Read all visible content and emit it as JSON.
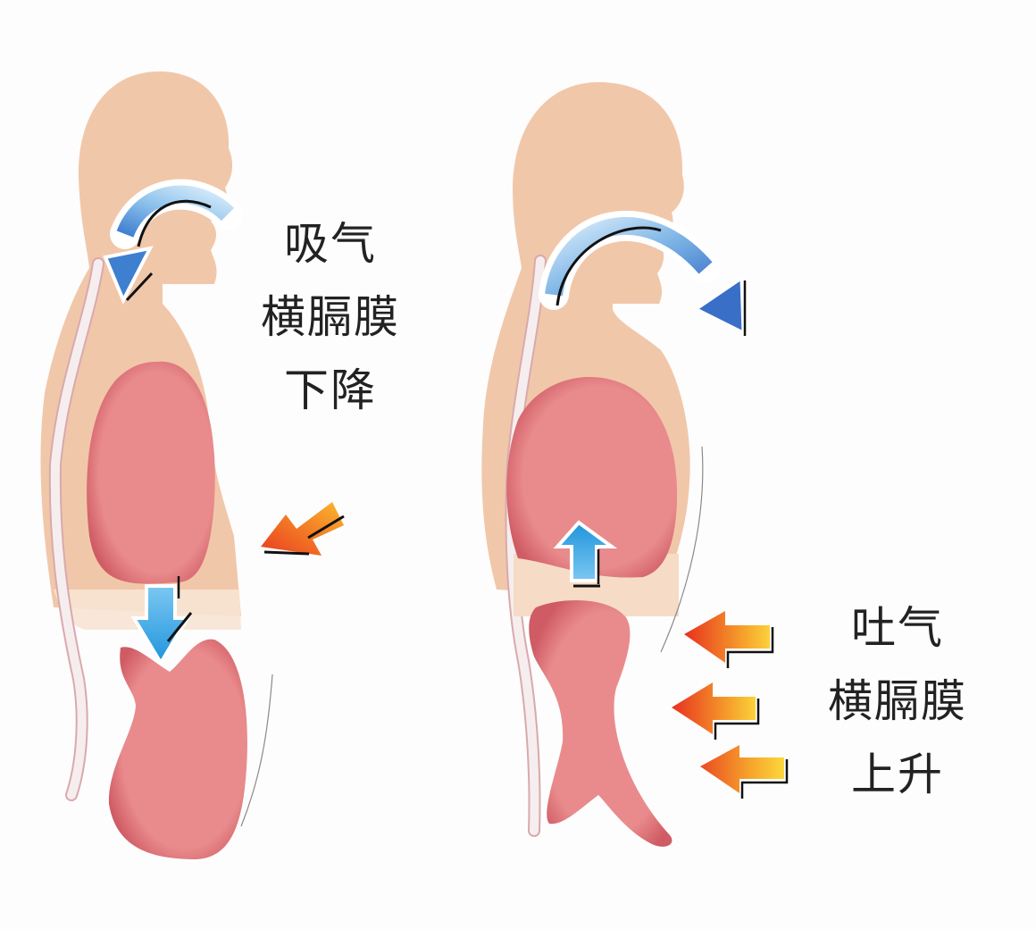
{
  "colors": {
    "background": "#fdfdfd",
    "skin": "#f1c7aa",
    "skin_light": "#f6dcc6",
    "organ": "#e8898a",
    "organ_shadow": "#c9545e",
    "spine": "#f3e6e6",
    "air_arrow": "#4a86d0",
    "diaphragm_arrow": "#3aa8e6",
    "pressure_arrow_start": "#e8351f",
    "pressure_arrow_end": "#fbc02d",
    "text": "#222222"
  },
  "panels": [
    {
      "id": "inhale",
      "lines": [
        "吸气",
        "横膈膜",
        "下降"
      ],
      "air_flow": "into mouth",
      "diaphragm_arrow": "down",
      "pressure_arrows": 1
    },
    {
      "id": "exhale",
      "lines": [
        "吐气",
        "横膈膜",
        "上升"
      ],
      "air_flow": "out of mouth",
      "diaphragm_arrow": "up",
      "pressure_arrows": 3
    }
  ]
}
